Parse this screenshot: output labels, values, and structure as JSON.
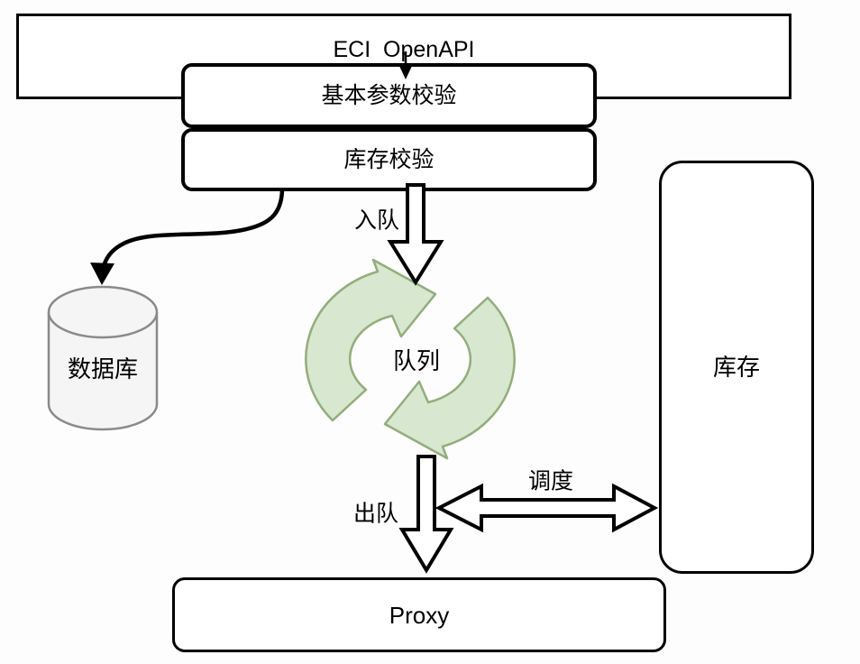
{
  "diagram": {
    "nodes": {
      "eci_openapi": {
        "label": "ECI  OpenAPI"
      },
      "basic_param_check": {
        "label": "基本参数校验"
      },
      "inventory_check": {
        "label": "库存校验"
      },
      "database": {
        "label": "数据库"
      },
      "queue": {
        "label": "队列"
      },
      "inventory": {
        "label": "库存"
      },
      "proxy": {
        "label": "Proxy"
      }
    },
    "edges": {
      "enqueue": {
        "label": "入队"
      },
      "dequeue": {
        "label": "出队"
      },
      "schedule": {
        "label": "调度"
      }
    },
    "colors": {
      "line": "#000000",
      "node_fill": "#ffffff",
      "queue_icon_fill": "#d7e7d0",
      "queue_icon_stroke": "#93ad7b",
      "cylinder_fill": "#f5f5f5",
      "cylinder_stroke": "#8a8a8a"
    }
  }
}
